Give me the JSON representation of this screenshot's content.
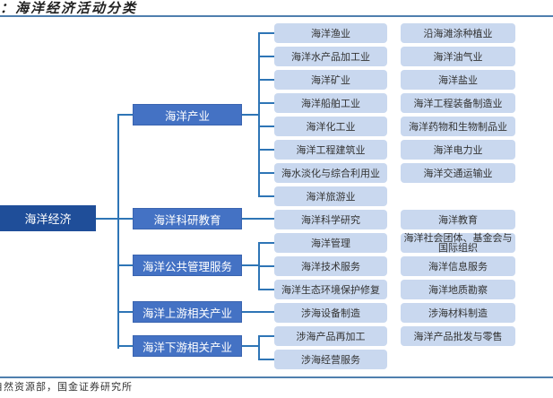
{
  "title": "：海洋经济活动分类",
  "source": "自然资源部，国金证券研究所",
  "root": "海洋经济",
  "categories": [
    {
      "label": "海洋产业",
      "col1": [
        "海洋渔业",
        "海洋水产品加工业",
        "海洋矿业",
        "海洋船舶工业",
        "海洋化工业",
        "海洋工程建筑业",
        "海水淡化与综合利用业",
        "海洋旅游业"
      ],
      "col2": [
        "沿海滩涂种植业",
        "海洋油气业",
        "海洋盐业",
        "海洋工程装备制造业",
        "海洋药物和生物制品业",
        "海洋电力业",
        "海洋交通运输业"
      ]
    },
    {
      "label": "海洋科研教育",
      "col1": [
        "海洋科学研究"
      ],
      "col2": [
        "海洋教育"
      ]
    },
    {
      "label": "海洋公共管理服务",
      "col1": [
        "海洋管理",
        "海洋技术服务",
        "海洋生态环境保护修复"
      ],
      "col2": [
        "海洋社会团体、基金会与国际组织",
        "海洋信息服务",
        "海洋地质勘察"
      ]
    },
    {
      "label": "海洋上游相关产业",
      "col1": [
        "涉海设备制造"
      ],
      "col2": [
        "涉海材料制造"
      ]
    },
    {
      "label": "海洋下游相关产业",
      "col1": [
        "涉海产品再加工",
        "涉海经营服务"
      ],
      "col2": [
        "海洋产品批发与零售"
      ]
    }
  ]
}
